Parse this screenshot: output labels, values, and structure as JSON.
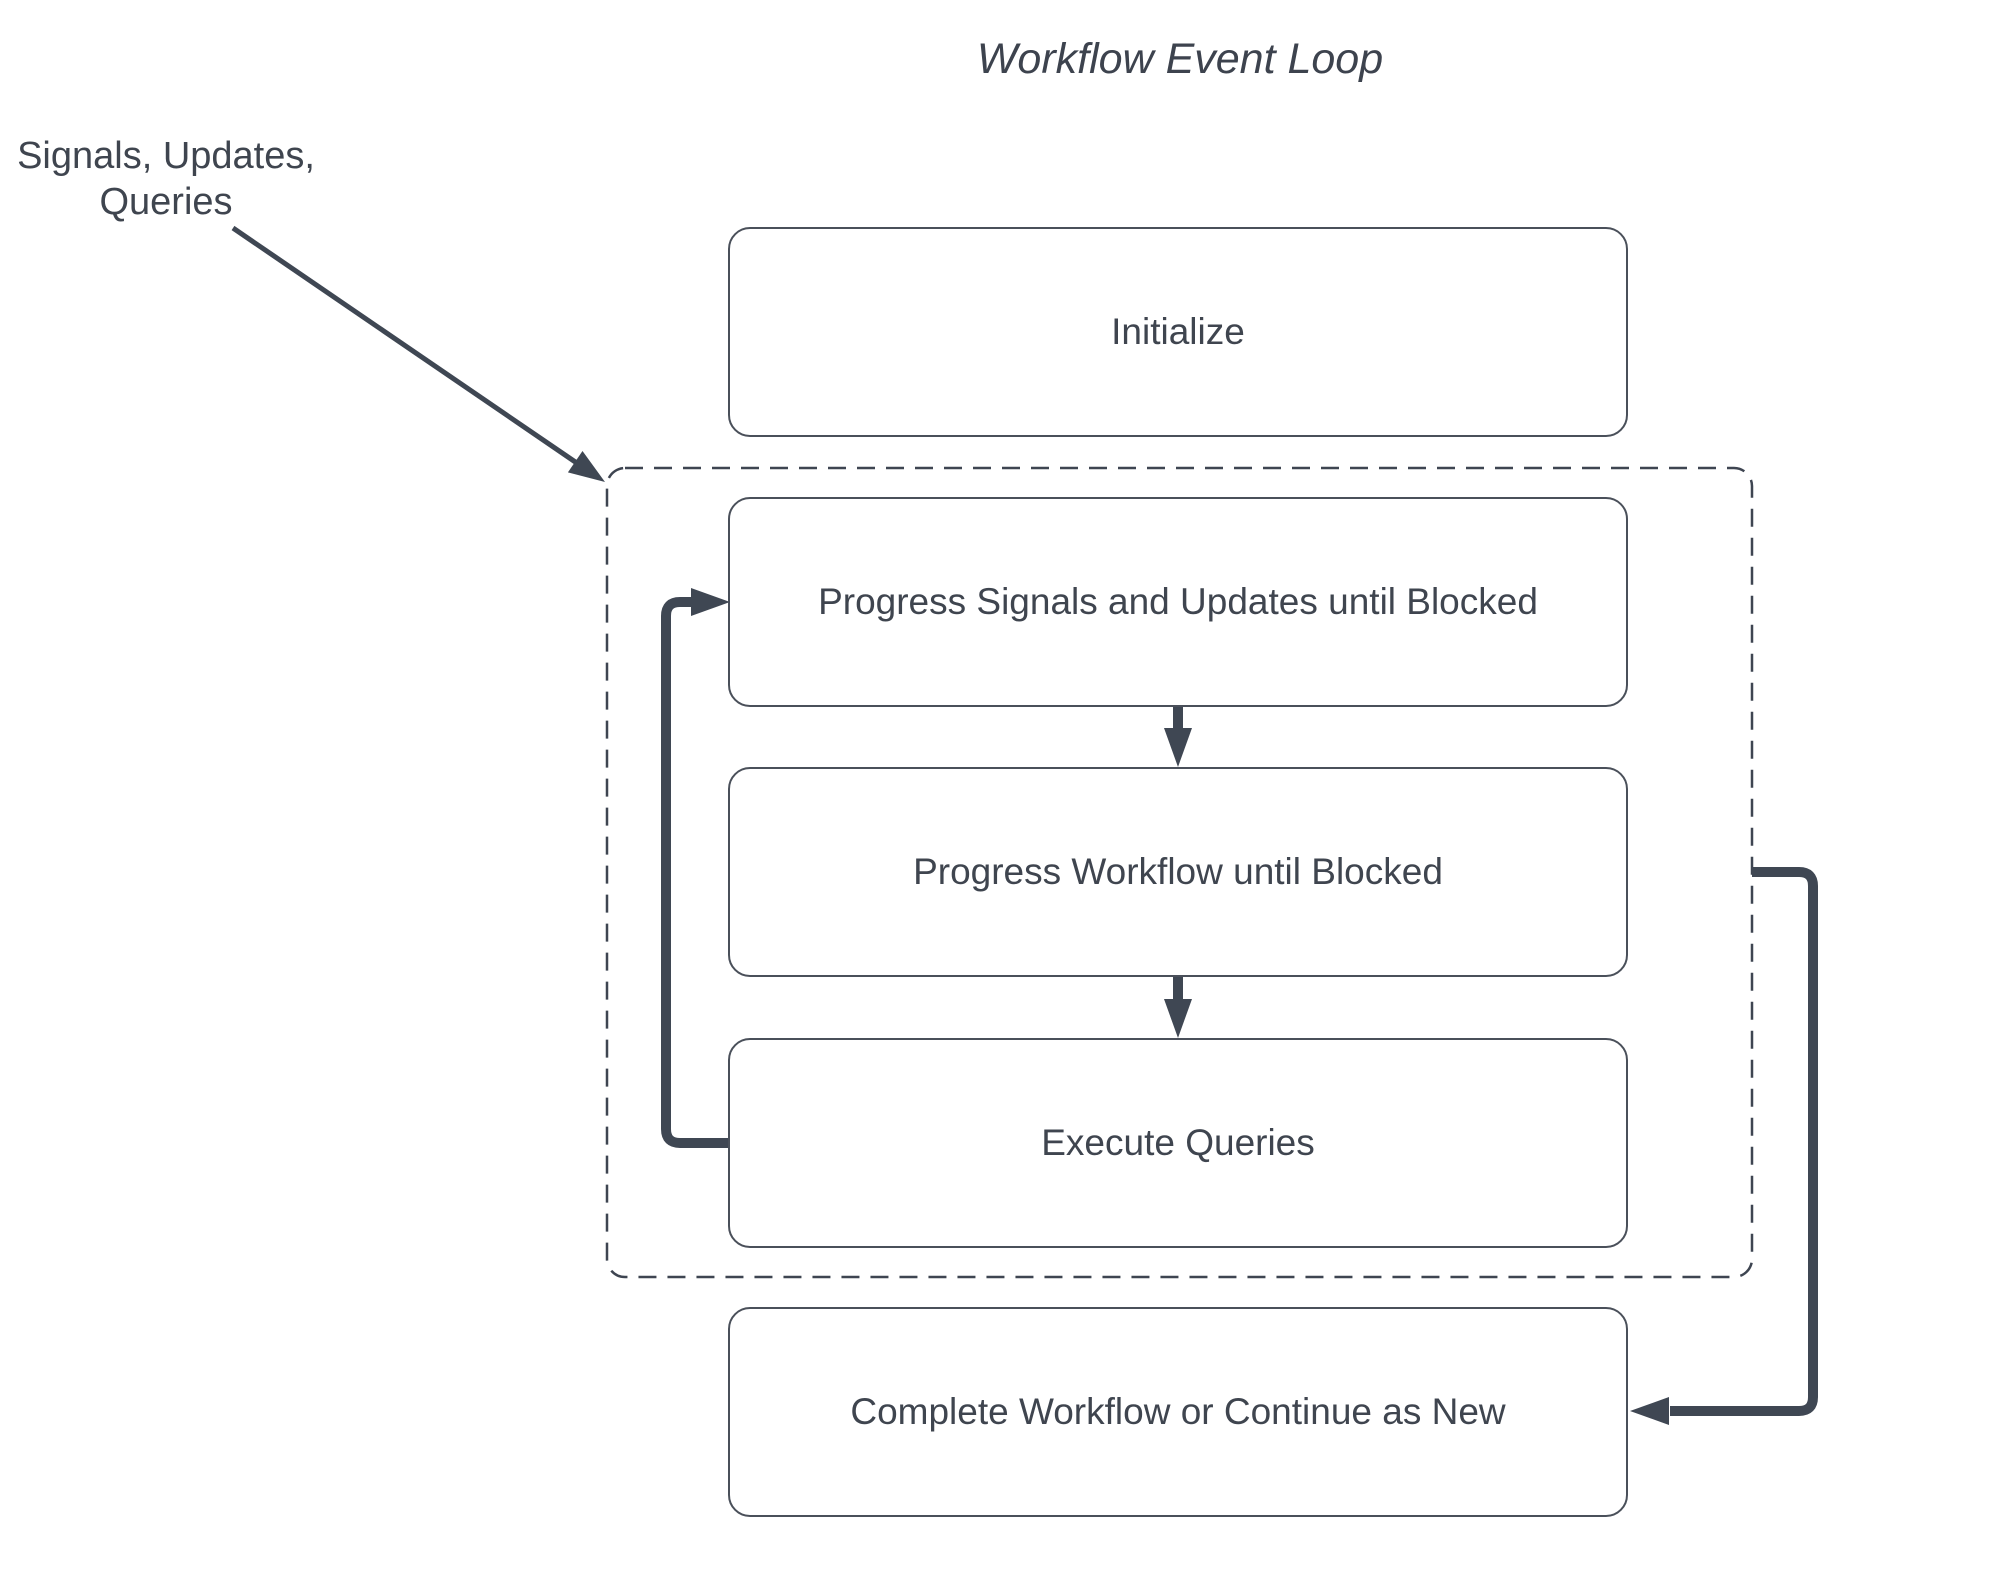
{
  "diagram": {
    "title": "Workflow Event Loop",
    "external_input": {
      "label": "Signals, Updates,\nQueries"
    },
    "nodes": [
      {
        "id": "initialize",
        "label": "Initialize"
      },
      {
        "id": "progress-signals",
        "label": "Progress Signals and Updates until Blocked"
      },
      {
        "id": "progress-workflow",
        "label": "Progress Workflow until Blocked"
      },
      {
        "id": "execute-queries",
        "label": "Execute Queries"
      },
      {
        "id": "complete-workflow",
        "label": "Complete Workflow or Continue as New"
      }
    ],
    "colors": {
      "connector": "#3f4753",
      "node_border": "#4a505a",
      "text": "#3f454f",
      "background": "#ffffff"
    }
  }
}
